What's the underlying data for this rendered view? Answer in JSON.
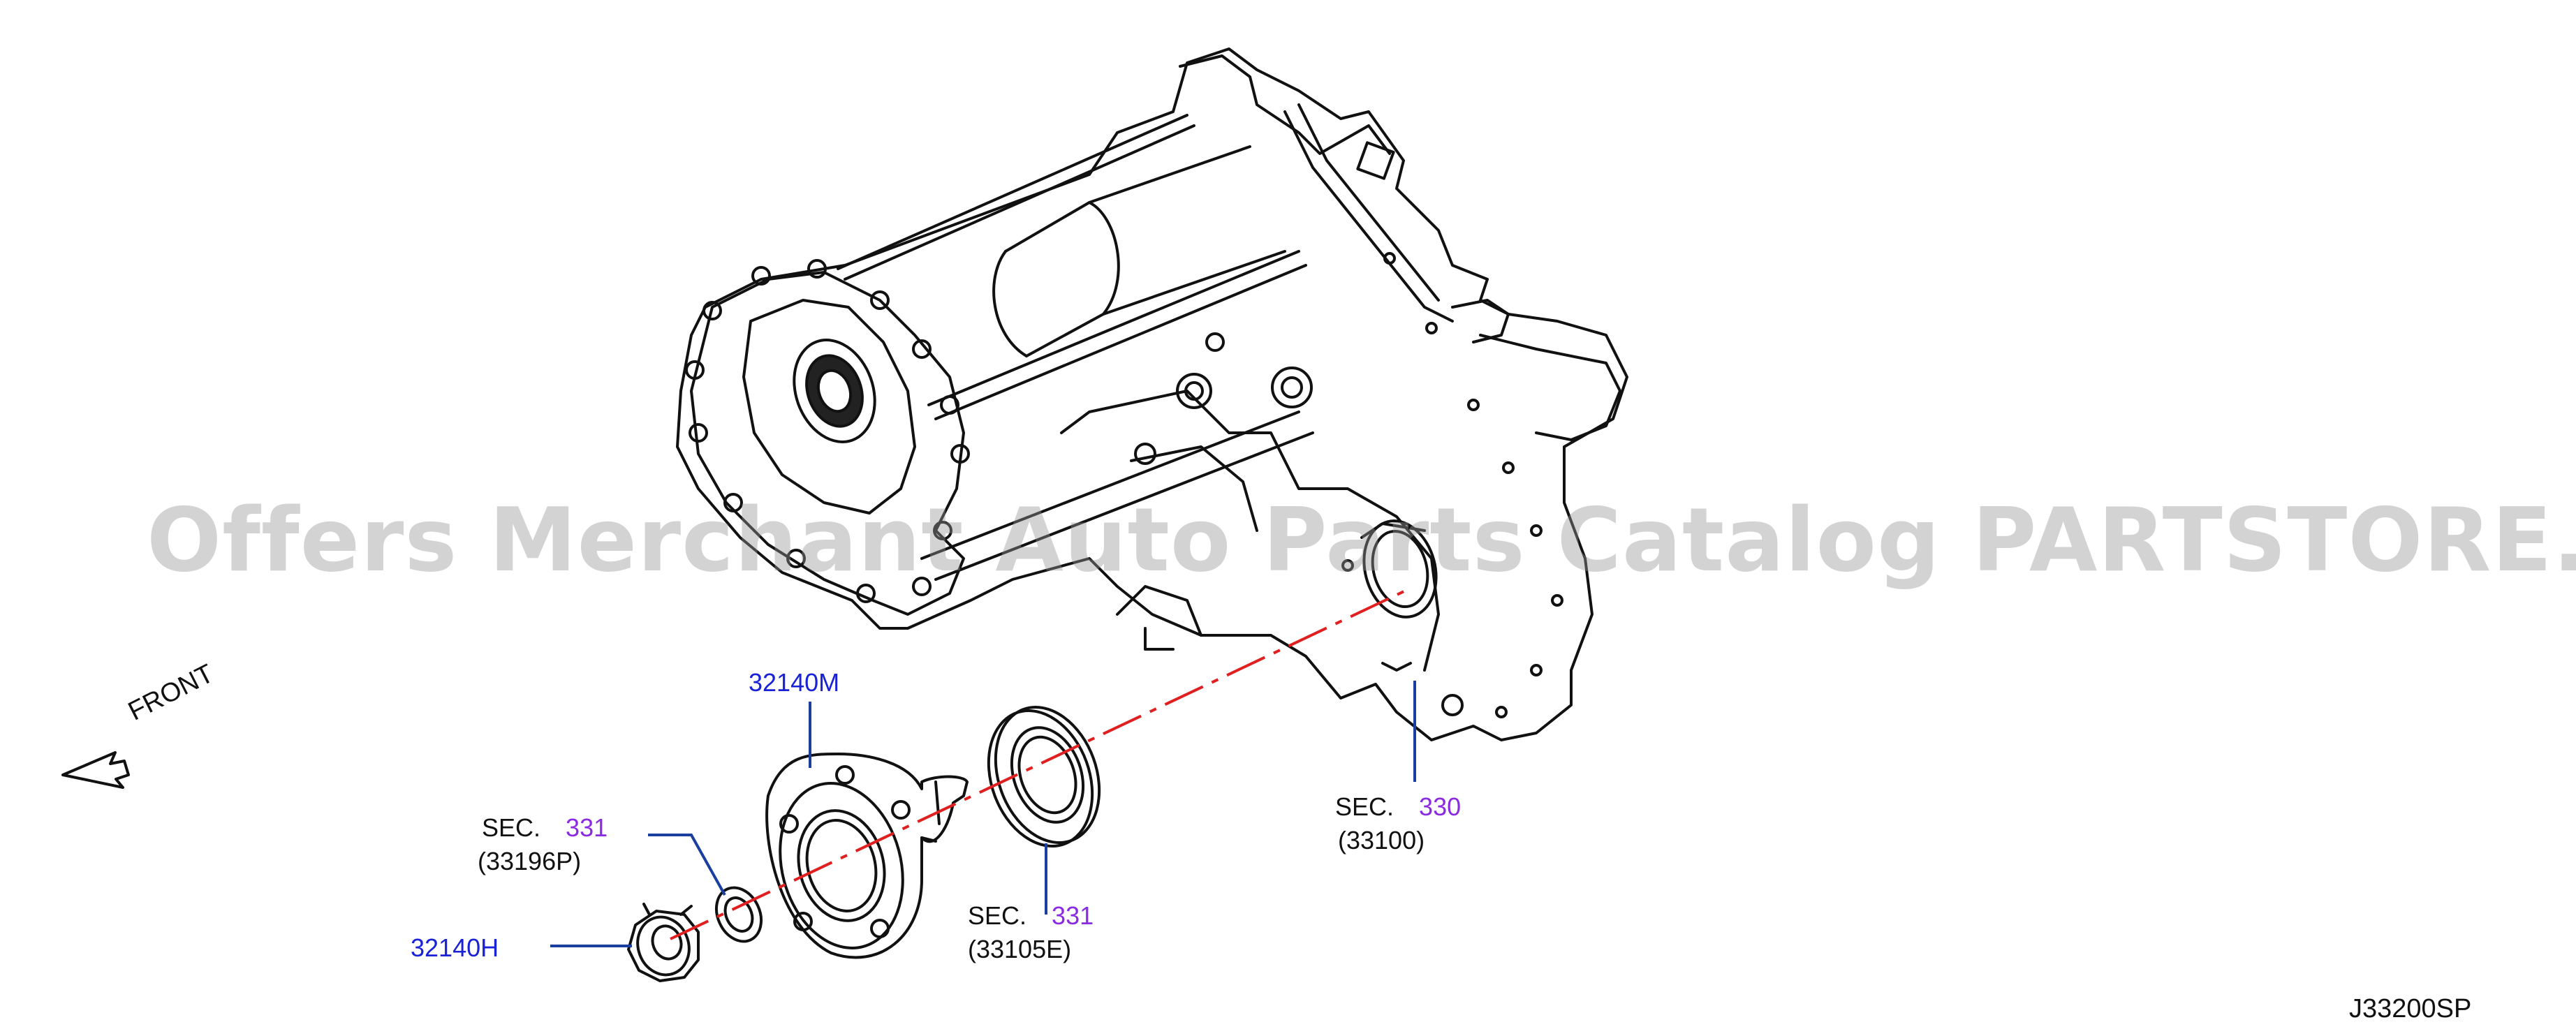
{
  "diagram_code": "J33200SP",
  "watermark": "Offers Merchant Auto Parts Catalog PARTSTORE.SA",
  "direction_label": "FRONT",
  "callouts": {
    "part_32140M": "32140M",
    "part_32140H": "32140H",
    "sec_331_a": {
      "prefix": "SEC.",
      "number": "331",
      "sub": "(33196P)"
    },
    "sec_331_b": {
      "prefix": "SEC.",
      "number": "331",
      "sub": "(33105E)"
    },
    "sec_330": {
      "prefix": "SEC.",
      "number": "330",
      "sub": "(33100)"
    }
  },
  "colors": {
    "part_number": "#1a22d6",
    "section_number": "#8a2be2",
    "leader": "#1a3fa0",
    "centerline": "#e02020",
    "linework": "#111111"
  }
}
